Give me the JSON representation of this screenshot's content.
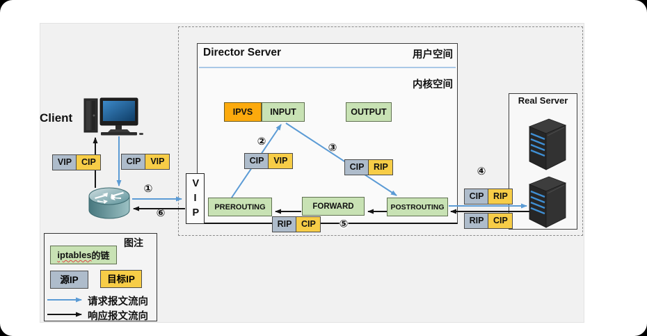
{
  "colors": {
    "request": "#5b9bd5",
    "response": "#151515",
    "chain_bg": "#c8e2b4",
    "src_bg": "#aebccb",
    "dst_bg": "#f7cd47",
    "ipvs_bg": "#fcaa0d"
  },
  "client": {
    "label": "Client"
  },
  "director": {
    "title": "Director Server",
    "user_space": "用户空间",
    "kernel_space": "内核空间",
    "vip": "VIP",
    "chains": {
      "ipvs": "IPVS",
      "input": "INPUT",
      "output": "OUTPUT",
      "prerouting": "PREROUTING",
      "forward": "FORWARD",
      "postrouting": "POSTROUTING"
    }
  },
  "real_server": {
    "title": "Real Server"
  },
  "steps": {
    "s1": "①",
    "s2": "②",
    "s3": "③",
    "s4": "④",
    "s5": "⑤",
    "s6": "⑥"
  },
  "packets": {
    "client_response": [
      "VIP",
      "CIP"
    ],
    "client_request": [
      "CIP",
      "VIP"
    ],
    "to_input": [
      "CIP",
      "VIP"
    ],
    "from_input": [
      "CIP",
      "RIP"
    ],
    "to_real": [
      "CIP",
      "RIP"
    ],
    "from_real": [
      "RIP",
      "CIP"
    ],
    "director_out": [
      "RIP",
      "CIP"
    ]
  },
  "legend": {
    "title": "图注",
    "chain_en": "iptables",
    "chain_zh": "的链",
    "source": "源IP",
    "target": "目标IP",
    "request": "请求报文流向",
    "response": "响应报文流向"
  }
}
